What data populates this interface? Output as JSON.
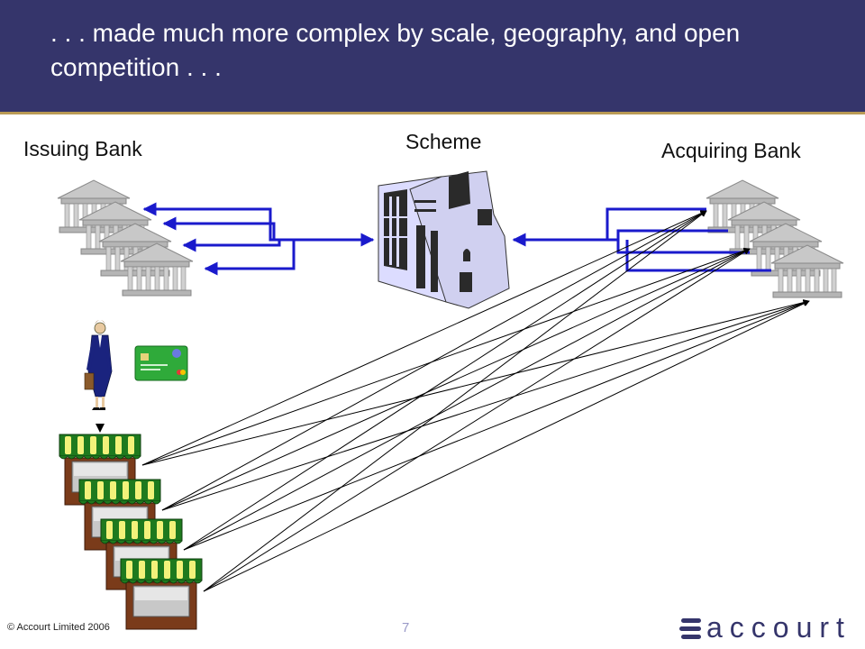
{
  "header": {
    "title": ". . . made much more complex by scale, geography, and open competition . . ."
  },
  "labels": {
    "issuing_bank": "Issuing Bank",
    "scheme": "Scheme",
    "acquiring_bank": "Acquiring Bank"
  },
  "footer": {
    "copyright": "© Accourt Limited 2006",
    "page_number": "7",
    "logo_text": "accourt"
  },
  "colors": {
    "header_bg": "#35356b",
    "header_rule": "#b99a55",
    "connector_blue": "#1a1acc",
    "awning_green": "#1e7a1e",
    "awning_yellow": "#f2f27a",
    "card_green": "#2faa3a",
    "suit_navy": "#1a237e"
  },
  "icons": [
    "bank-building-icon",
    "office-tower-icon",
    "business-woman-icon",
    "credit-card-icon",
    "shop-front-icon",
    "accourt-logo-icon"
  ]
}
